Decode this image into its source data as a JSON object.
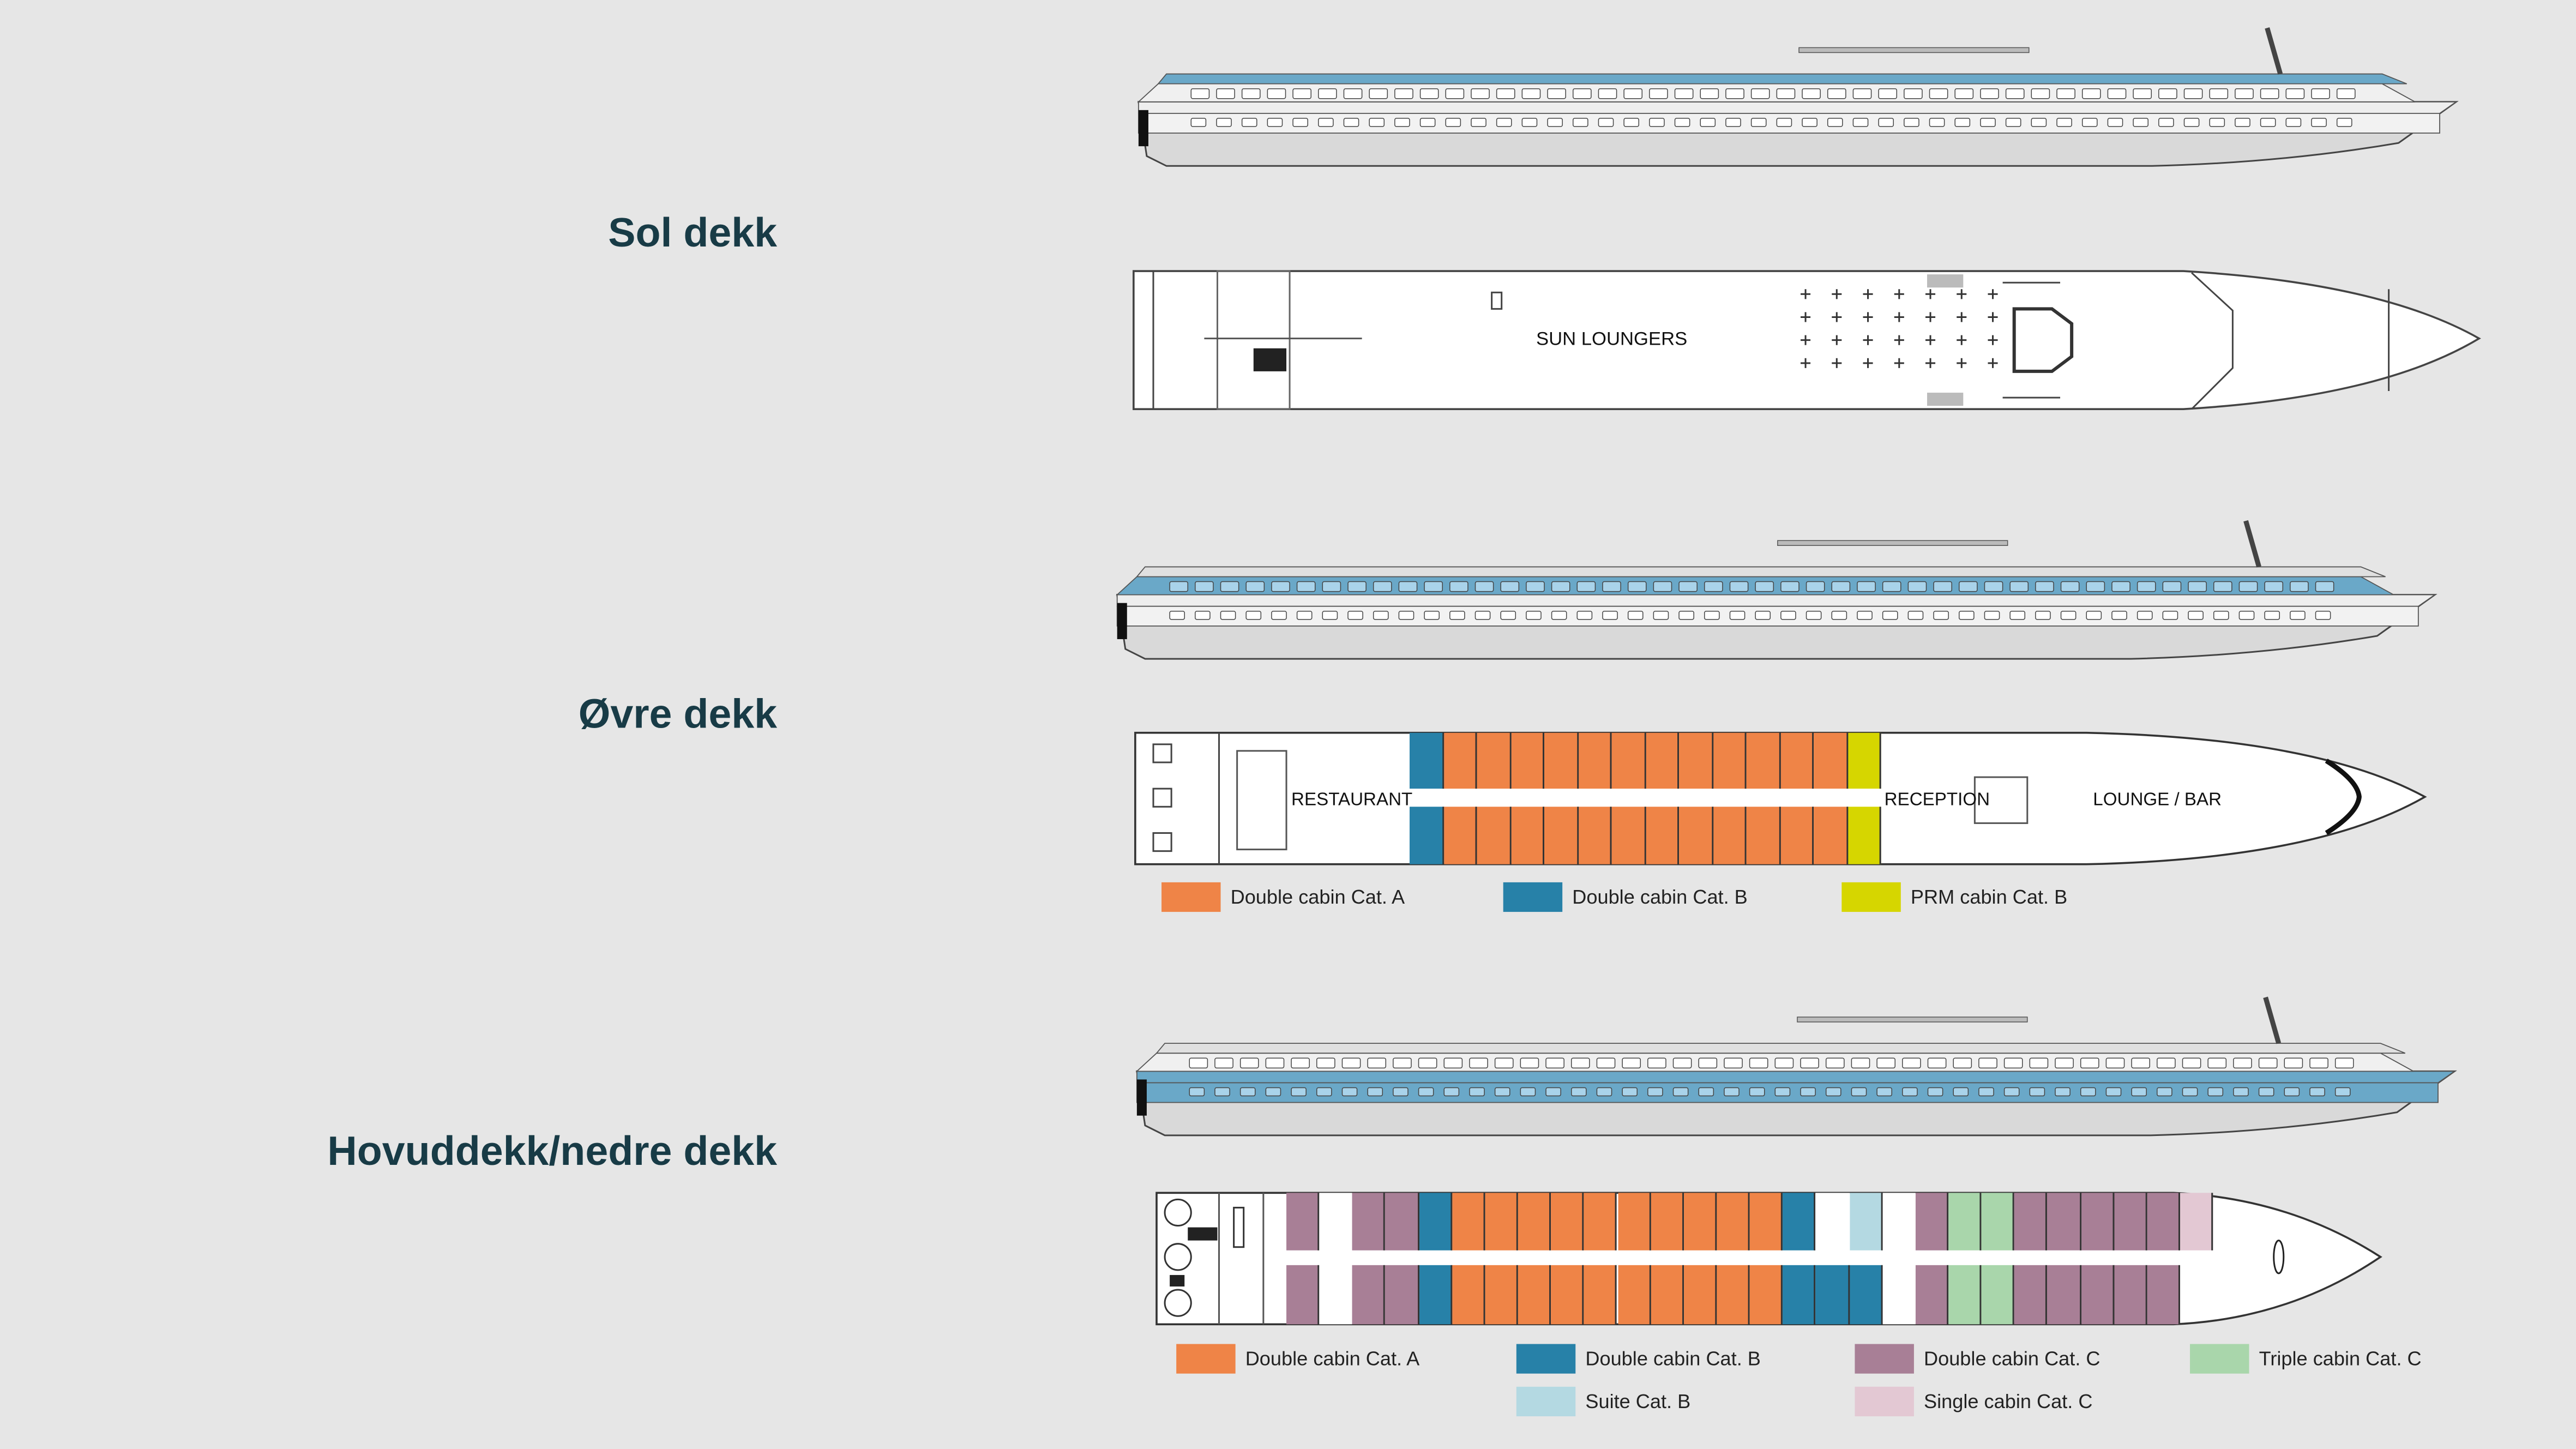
{
  "colors": {
    "A": "#ef8447",
    "B": "#2781a8",
    "C": "#a87f96",
    "T": "#a9d6ab",
    "S": "#b4d9e2",
    "SC": "#e3c8d3",
    "P": "#d6d600",
    "W": "#ffffff",
    "hull_blue": "#6aa8c8",
    "title": "#183b46"
  },
  "decks": {
    "sun": {
      "title": "Sol dekk",
      "labels": {
        "loungers": "SUN LOUNGERS"
      }
    },
    "upper": {
      "title": "Øvre dekk",
      "labels": {
        "restaurant": "RESTAURANT",
        "reception": "RECEPTION",
        "lounge": "LOUNGE / BAR"
      },
      "cabins_top": [
        "B",
        "A",
        "A",
        "A",
        "A",
        "A",
        "A",
        "A",
        "A",
        "A",
        "A",
        "A",
        "A",
        "P"
      ],
      "cabins_bottom": [
        "B",
        "A",
        "A",
        "A",
        "A",
        "A",
        "A",
        "A",
        "A",
        "A",
        "A",
        "A",
        "A",
        "P"
      ],
      "legend": [
        {
          "key": "A",
          "label": "Double cabin Cat. A"
        },
        {
          "key": "B",
          "label": "Double cabin Cat. B"
        },
        {
          "key": "P",
          "label": "PRM cabin Cat. B"
        }
      ]
    },
    "main": {
      "title": "Hovuddekk/nedre dekk",
      "cabins_top": [
        "C",
        "W",
        "C",
        "C",
        "B",
        "A",
        "A",
        "A",
        "A",
        "A",
        "A",
        "A",
        "A",
        "A",
        "A",
        "B",
        "W",
        "S",
        "W",
        "C",
        "T",
        "T",
        "C",
        "C",
        "C",
        "C",
        "C",
        "SC"
      ],
      "cabins_bottom": [
        "C",
        "W",
        "C",
        "C",
        "B",
        "A",
        "A",
        "A",
        "A",
        "A",
        "A",
        "A",
        "A",
        "A",
        "A",
        "B",
        "B",
        "B",
        "W",
        "C",
        "T",
        "T",
        "C",
        "C",
        "C",
        "C",
        "C"
      ],
      "legend": [
        {
          "key": "A",
          "label": "Double cabin Cat. A"
        },
        {
          "key": "B",
          "label": "Double cabin Cat. B"
        },
        {
          "key": "C",
          "label": "Double cabin Cat. C"
        },
        {
          "key": "T",
          "label": "Triple cabin Cat. C"
        },
        {
          "key": "S",
          "label": "Suite Cat. B"
        },
        {
          "key": "SC",
          "label": "Single cabin Cat. C"
        }
      ]
    }
  }
}
